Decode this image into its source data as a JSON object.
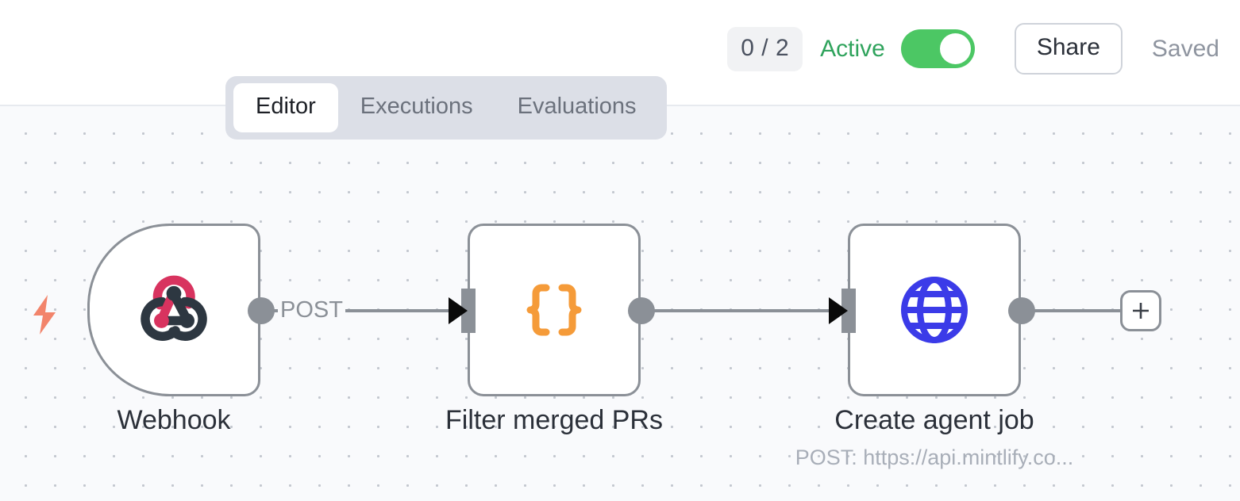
{
  "header": {
    "count_badge": "0 / 2",
    "active_label": "Active",
    "toggle_state": "on",
    "share_label": "Share",
    "saved_label": "Saved",
    "active_color": "#2fa35c",
    "toggle_color": "#4cc764"
  },
  "tabs": [
    {
      "label": "Editor",
      "active": true
    },
    {
      "label": "Executions",
      "active": false
    },
    {
      "label": "Evaluations",
      "active": false
    }
  ],
  "canvas": {
    "trigger_icon": "lightning-bolt-icon",
    "trigger_icon_color": "#f2846b",
    "nodes": [
      {
        "id": "webhook",
        "label": "Webhook",
        "sublabel": "",
        "icon": "webhook-icon",
        "icon_colors": [
          "#c9315c",
          "#2d3741"
        ]
      },
      {
        "id": "filter",
        "label": "Filter merged PRs",
        "sublabel": "",
        "icon": "curly-braces-icon",
        "icon_colors": [
          "#f59b39"
        ]
      },
      {
        "id": "http",
        "label": "Create agent job",
        "sublabel": "POST: https://api.mintlify.co...",
        "icon": "globe-icon",
        "icon_colors": [
          "#3b3be8"
        ]
      }
    ],
    "connections": [
      {
        "from": "webhook",
        "to": "filter",
        "label": "POST"
      },
      {
        "from": "filter",
        "to": "http",
        "label": ""
      }
    ],
    "add_node_button": "+"
  }
}
